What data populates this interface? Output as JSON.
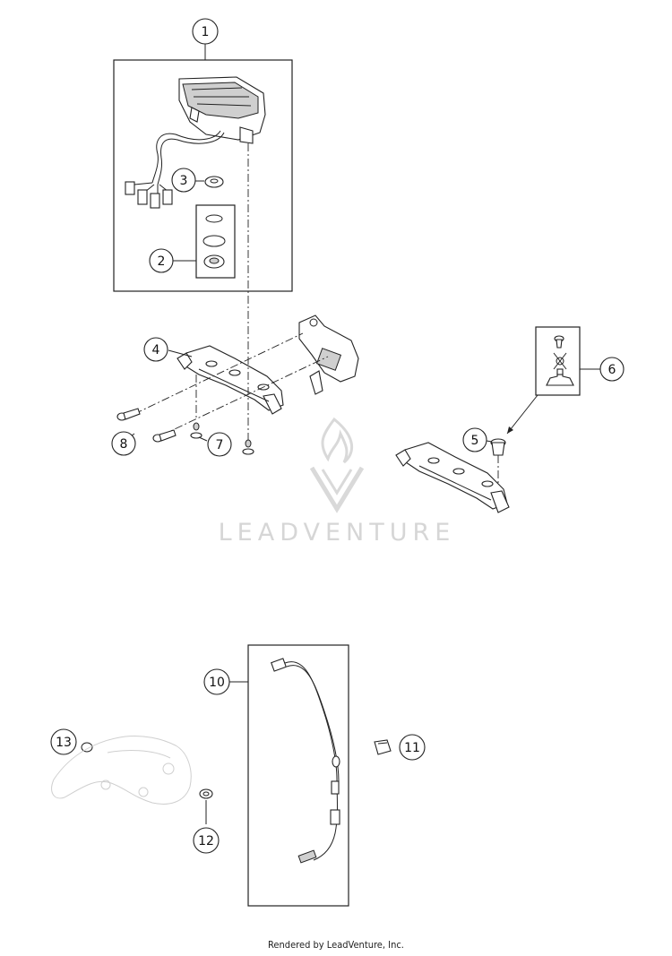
{
  "callouts": {
    "c1": "1",
    "c2": "2",
    "c3": "3",
    "c4": "4",
    "c5": "5",
    "c6": "6",
    "c7": "7",
    "c8": "8",
    "c10": "10",
    "c11": "11",
    "c12": "12",
    "c13": "13"
  },
  "watermark": {
    "text": "LEADVENTURE"
  },
  "footer": {
    "text": "Rendered by LeadVenture, Inc."
  }
}
